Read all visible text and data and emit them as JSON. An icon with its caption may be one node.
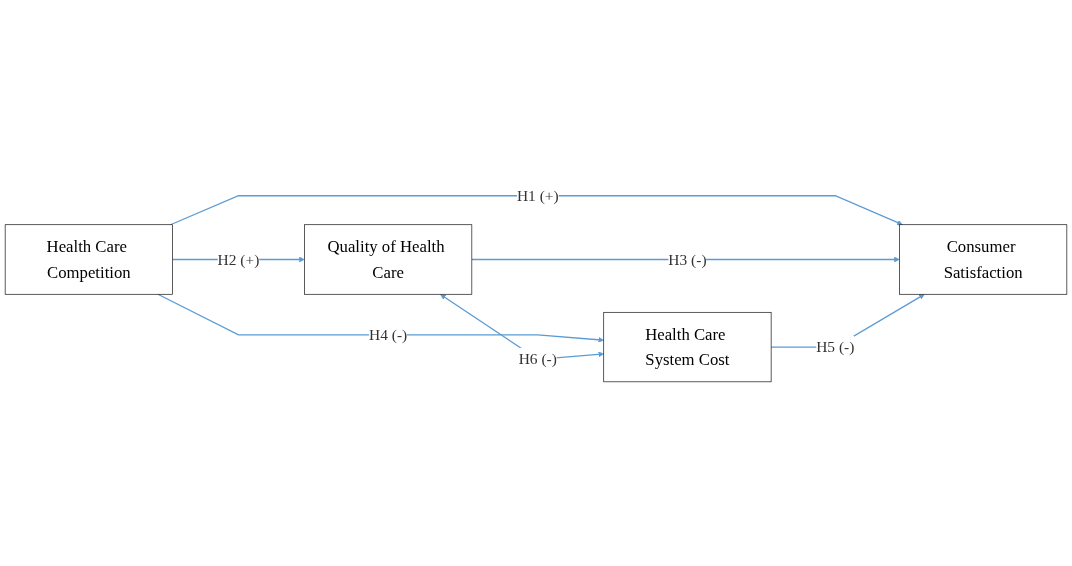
{
  "diagram": {
    "nodes": [
      {
        "text": [
          "Health Care Competition"
        ]
      },
      {
        "text": [
          "Quality of Health Care"
        ]
      },
      {
        "text": [
          "Health Care System Cost"
        ]
      },
      {
        "text": [
          "Consumer Satisfaction"
        ]
      }
    ],
    "edges": [
      {
        "from": 0,
        "to": 1,
        "arrow": "to",
        "label": "H2 (+)"
      },
      {
        "from": 0,
        "to": 3,
        "arrow": "to",
        "label": "H1 (+)"
      },
      {
        "from": 0,
        "to": 2,
        "arrow": "to",
        "label": "H4 (-)"
      },
      {
        "from": 1,
        "to": 3,
        "arrow": "to",
        "label": "H3 (-)"
      },
      {
        "from": 2,
        "to": 3,
        "arrow": "to",
        "label": "H5 (-)"
      },
      {
        "from": 1,
        "to": 2,
        "arrow": "both",
        "label": "H6 (-)"
      }
    ]
  }
}
